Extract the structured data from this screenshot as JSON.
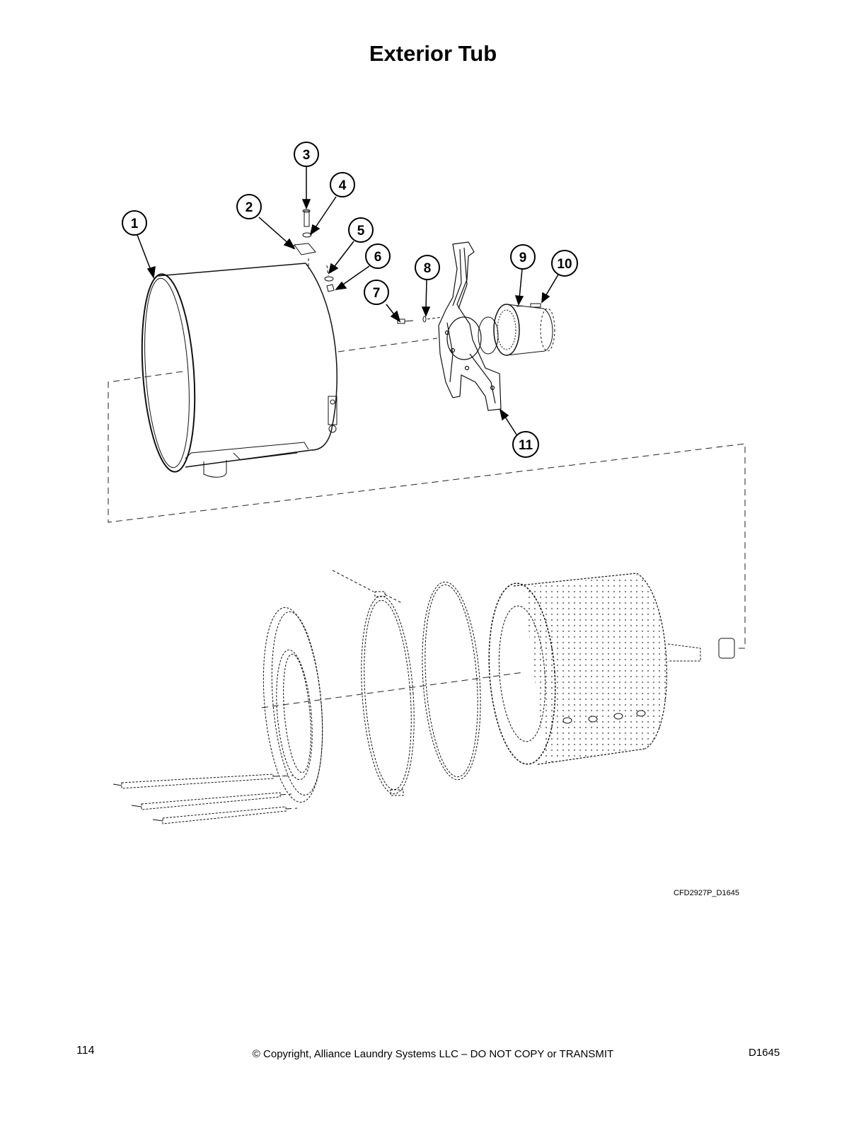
{
  "page": {
    "title": "Exterior Tub",
    "drawing_id": "CFD2927P_D1645",
    "footer": {
      "page_number": "114",
      "copyright": "© Copyright, Alliance Laundry Systems LLC – DO NOT COPY or TRANSMIT",
      "doc_code": "D1645"
    }
  },
  "callouts": [
    {
      "label": "1"
    },
    {
      "label": "2"
    },
    {
      "label": "3"
    },
    {
      "label": "4"
    },
    {
      "label": "5"
    },
    {
      "label": "6"
    },
    {
      "label": "7"
    },
    {
      "label": "8"
    },
    {
      "label": "9"
    },
    {
      "label": "10"
    },
    {
      "label": "11"
    }
  ]
}
